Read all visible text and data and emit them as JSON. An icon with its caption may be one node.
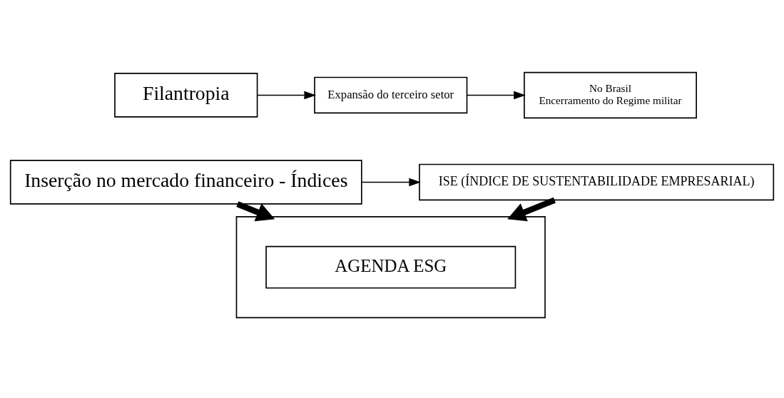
{
  "diagram": {
    "nodes": [
      {
        "text": [
          "Filantropia"
        ]
      },
      {
        "text": [
          "Expansão do terceiro setor"
        ]
      },
      {
        "text": [
          "No Brasil",
          "Encerramento do Regime militar"
        ]
      },
      {
        "text": [
          "Inserção no mercado financeiro - Índices"
        ]
      },
      {
        "text": [
          "ISE (ÍNDICE DE SUSTENTABILIDADE EMPRESARIAL)"
        ]
      },
      {
        "text": [],
        "shape": "box"
      },
      {
        "text": [
          "AGENDA ESG"
        ],
        "in": 5
      }
    ],
    "edges": [
      {
        "from": 0,
        "to": 1,
        "arrow": "to"
      },
      {
        "from": 1,
        "to": 2,
        "arrow": "to"
      },
      {
        "from": 3,
        "to": 4,
        "arrow": "to"
      },
      {
        "from": 3,
        "to": 5,
        "arrow": "to",
        "style": "thick"
      },
      {
        "from": 4,
        "to": 5,
        "arrow": "to",
        "style": "thick"
      }
    ]
  }
}
